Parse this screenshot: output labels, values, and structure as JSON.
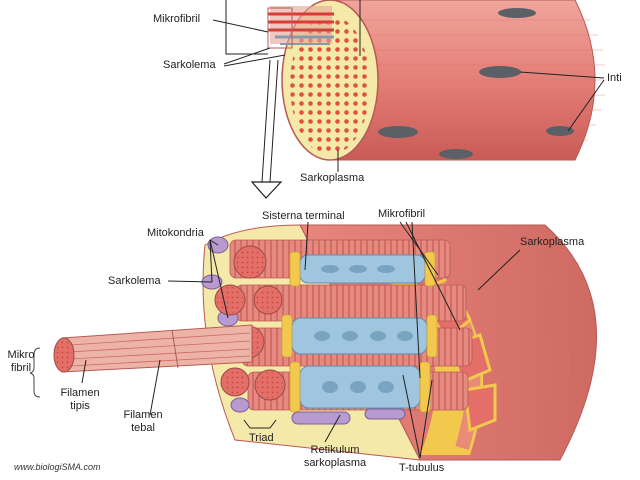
{
  "labels": {
    "top_mikrofibril": "Mikrofibril",
    "top_sarkolema": "Sarkolema",
    "inti": "Inti",
    "top_sarkoplasma": "Sarkoplasma",
    "sisterna_terminal": "Sisterna terminal",
    "mid_mikrofibril": "Mikrofibril",
    "mitokondria": "Mitokondria",
    "mid_sarkoplasma": "Sarkoplasma",
    "mid_sarkolema": "Sarkolema",
    "mikro": "Mikro",
    "fibril": "fibril",
    "filamen_tipis_1": "Filamen",
    "filamen_tipis_2": "tipis",
    "filamen_tebal_1": "Filamen",
    "filamen_tebal_2": "tebal",
    "triad": "Triad",
    "retikulum_1": "Retikulum",
    "retikulum_2": "sarkoplasma",
    "t_tubulus": "T-tubulus"
  },
  "watermark": "www.biologiSMA.com",
  "colors": {
    "muscle_pink": "#e8827a",
    "muscle_dark": "#c95b55",
    "sarcoplasm_yellow": "#f4e9a8",
    "tubule_yellow": "#f2c94c",
    "reticulum_blue": "#9fc6de",
    "mitochondria_purple": "#b99ad0",
    "nucleus_gray": "#5b5f66",
    "dot_red": "#e0503f"
  }
}
